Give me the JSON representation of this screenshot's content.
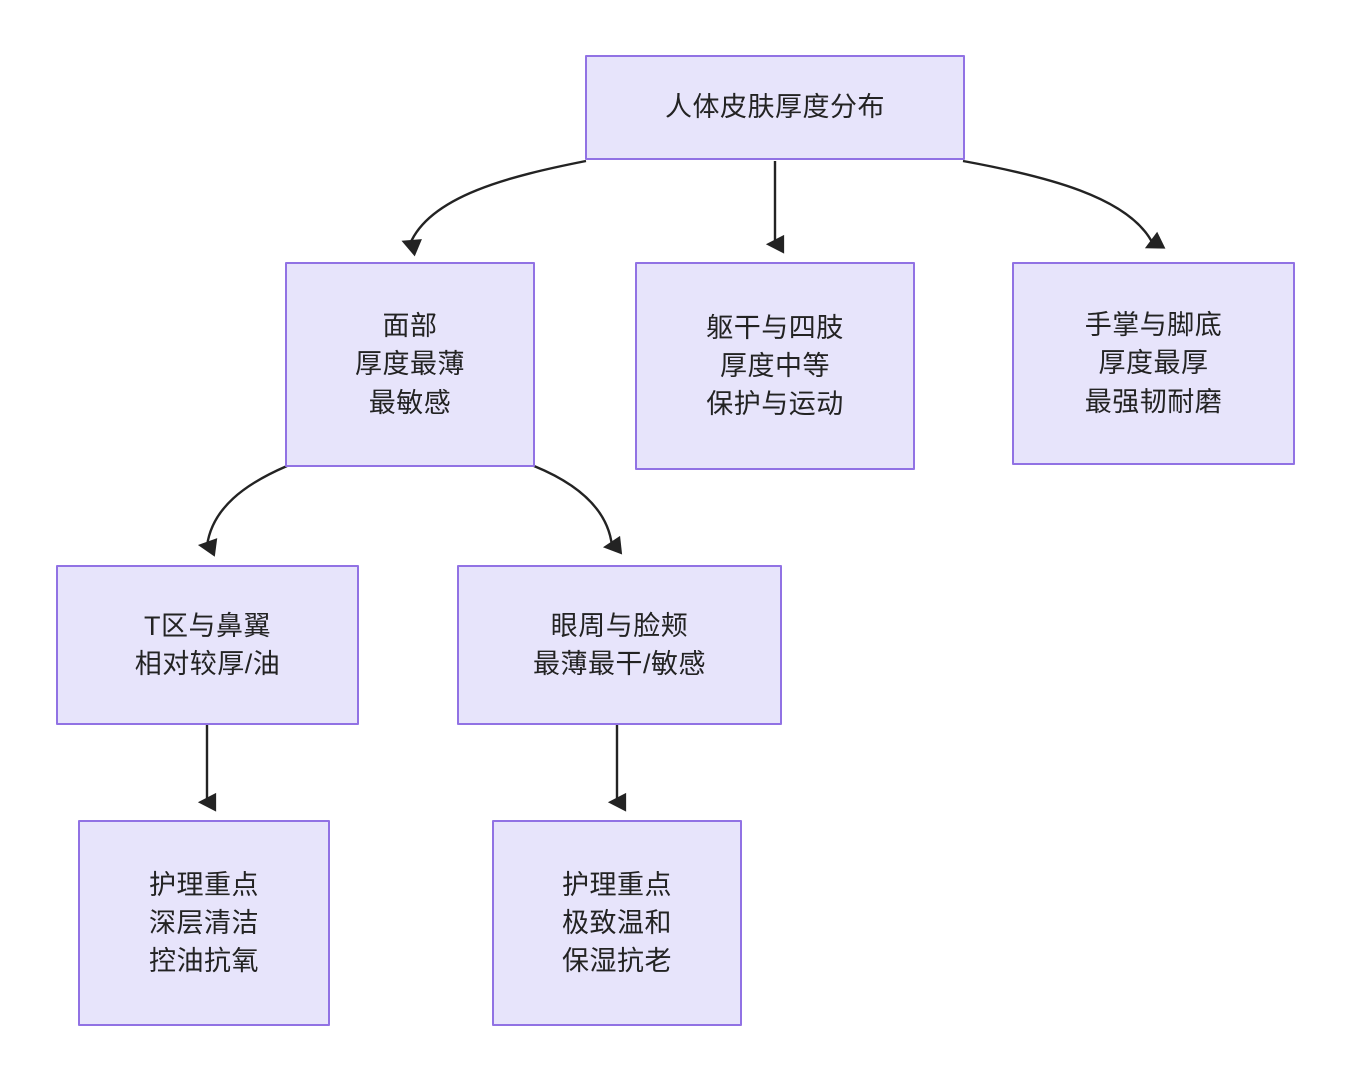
{
  "diagram": {
    "title": "人体皮肤厚度分布",
    "type": "flowchart-tree",
    "colors": {
      "node_fill": "#e7e4fb",
      "node_border": "#9172e4",
      "edge": "#1f2020",
      "text": "#232323",
      "background": "#ffffff"
    },
    "nodes": [
      {
        "id": "root",
        "lines": [
          "人体皮肤厚度分布"
        ],
        "level": 0
      },
      {
        "id": "face",
        "lines": [
          "面部",
          "厚度最薄",
          "最敏感"
        ],
        "level": 1
      },
      {
        "id": "trunk",
        "lines": [
          "躯干与四肢",
          "厚度中等",
          "保护与运动"
        ],
        "level": 1
      },
      {
        "id": "palms",
        "lines": [
          "手掌与脚底",
          "厚度最厚",
          "最强韧耐磨"
        ],
        "level": 1
      },
      {
        "id": "tzone",
        "lines": [
          "T区与鼻翼",
          "相对较厚/油"
        ],
        "level": 2
      },
      {
        "id": "eye",
        "lines": [
          "眼周与脸颊",
          "最薄最干/敏感"
        ],
        "level": 2
      },
      {
        "id": "care_t",
        "lines": [
          "护理重点",
          "深层清洁",
          "控油抗氧"
        ],
        "level": 3
      },
      {
        "id": "care_eye",
        "lines": [
          "护理重点",
          "极致温和",
          "保湿抗老"
        ],
        "level": 3
      }
    ],
    "edges": [
      {
        "from": "root",
        "to": "face",
        "style": "curved",
        "arrow": "triangle"
      },
      {
        "from": "root",
        "to": "trunk",
        "style": "straight",
        "arrow": "triangle"
      },
      {
        "from": "root",
        "to": "palms",
        "style": "curved",
        "arrow": "triangle"
      },
      {
        "from": "face",
        "to": "tzone",
        "style": "curved",
        "arrow": "triangle"
      },
      {
        "from": "face",
        "to": "eye",
        "style": "curved",
        "arrow": "triangle"
      },
      {
        "from": "tzone",
        "to": "care_t",
        "style": "straight",
        "arrow": "triangle"
      },
      {
        "from": "eye",
        "to": "care_eye",
        "style": "straight",
        "arrow": "triangle"
      }
    ]
  }
}
